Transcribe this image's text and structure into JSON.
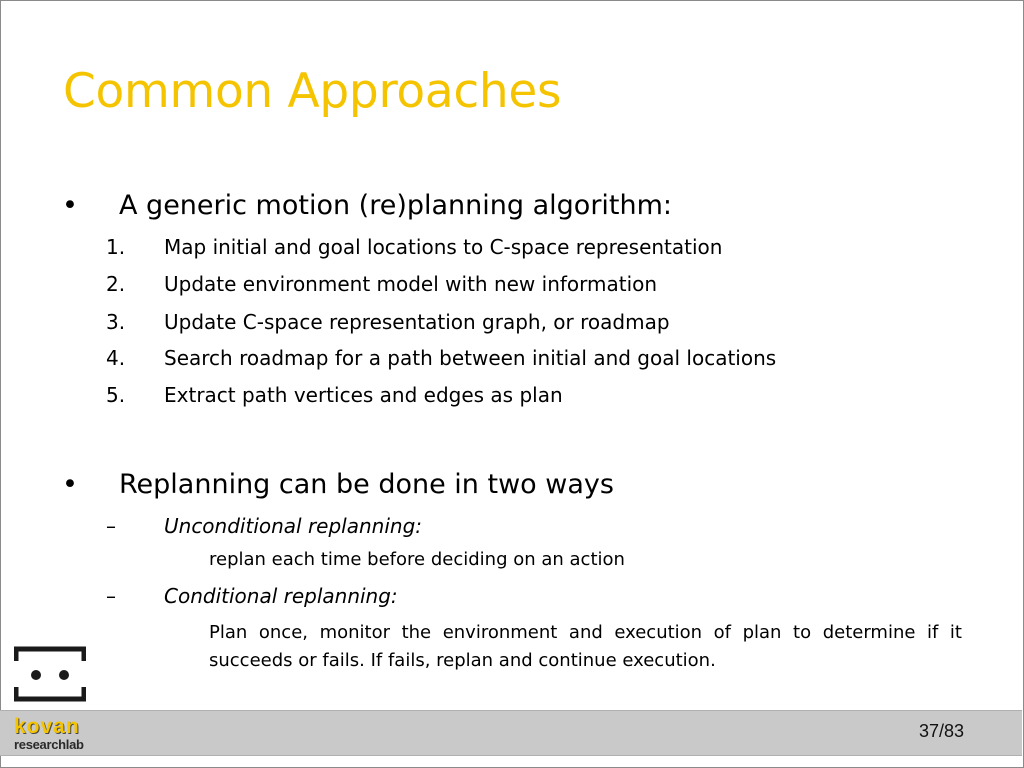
{
  "slide": {
    "title": "Common Approaches",
    "page_number": "37/83"
  },
  "bullet1": {
    "marker": "•",
    "text": "A generic motion (re)planning algorithm:",
    "steps": [
      {
        "num": "1.",
        "text": "Map initial and goal locations to C-space representation"
      },
      {
        "num": "2.",
        "text": "Update environment model with new information"
      },
      {
        "num": "3.",
        "text": "Update C-space representation graph, or roadmap"
      },
      {
        "num": "4.",
        "text": "Search roadmap for a path between initial and goal locations"
      },
      {
        "num": "5.",
        "text": "Extract path vertices and edges as plan"
      }
    ]
  },
  "bullet2": {
    "marker": "•",
    "text": "Replanning can be done in two ways",
    "sub": [
      {
        "dash": "–",
        "label": "Unconditional replanning:",
        "detail": "replan each time before deciding on an action"
      },
      {
        "dash": "–",
        "label": "Conditional replanning:",
        "detail": "Plan once, monitor the environment and execution of plan to determine if it succeeds or fails. If fails, replan and continue execution."
      }
    ]
  },
  "logo": {
    "top": "kovan",
    "bottom": "researchlab",
    "accent_color": "#f5c400"
  },
  "colors": {
    "title": "#f5c400",
    "bottom_bar": "#c9c9c9"
  }
}
